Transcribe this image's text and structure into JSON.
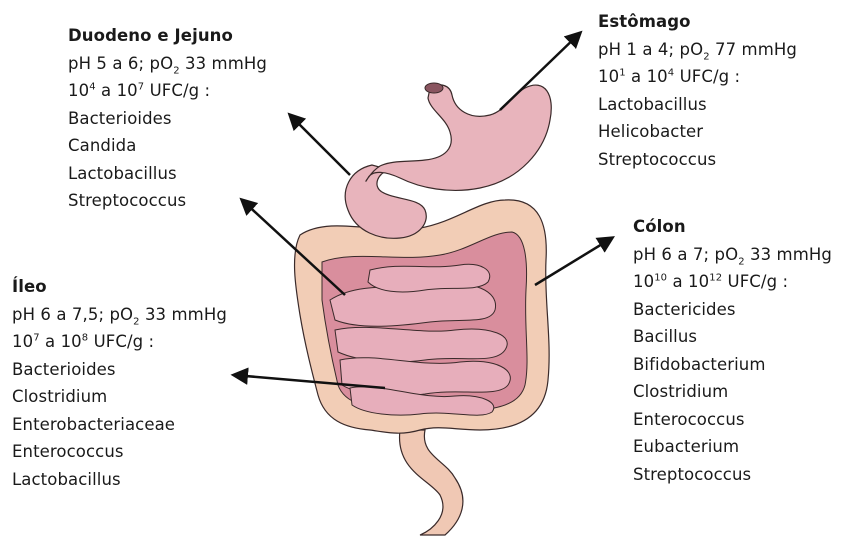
{
  "regions": {
    "duodeno": {
      "title": "Duodeno e Jejuno",
      "ph_text": "pH 5 a 6; pO",
      "po2_sub": "2",
      "po2_value": " 33 mmHg",
      "cfu_base1": "10",
      "cfu_exp1": "4",
      "cfu_mid": " a 10",
      "cfu_exp2": "7",
      "cfu_unit": " UFC/g :",
      "organisms": [
        "Bacterioides",
        "Candida",
        "Lactobacillus",
        "Streptococcus"
      ]
    },
    "estomago": {
      "title": "Estômago",
      "ph_text": "pH 1 a 4; pO",
      "po2_sub": "2",
      "po2_value": " 77 mmHg",
      "cfu_base1": "10",
      "cfu_exp1": "1",
      "cfu_mid": " a 10",
      "cfu_exp2": "4",
      "cfu_unit": " UFC/g :",
      "organisms": [
        "Lactobacillus",
        "Helicobacter",
        "Streptococcus"
      ]
    },
    "colon": {
      "title": "Cólon",
      "ph_text": "pH 6 a 7; pO",
      "po2_sub": "2",
      "po2_value": " 33 mmHg",
      "cfu_base1": "10",
      "cfu_exp1": "10",
      "cfu_mid": " a 10",
      "cfu_exp2": "12",
      "cfu_unit": " UFC/g :",
      "organisms": [
        "Bactericides",
        "Bacillus",
        "Bifidobacterium",
        "Clostridium",
        "Enterococcus",
        "Eubacterium",
        "Streptococcus"
      ]
    },
    "ileo": {
      "title": "Íleo",
      "ph_text": "pH  6 a 7,5; pO",
      "po2_sub": "2",
      "po2_value": " 33 mmHg",
      "cfu_base1": "10",
      "cfu_exp1": "7",
      "cfu_mid": " a 10",
      "cfu_exp2": "8",
      "cfu_unit": " UFC/g :",
      "organisms": [
        "Bacterioides",
        "Clostridium",
        "Enterobacteriaceae",
        "Enterococcus",
        "Lactobacillus"
      ]
    }
  },
  "colors": {
    "stomach": "#e8b4bc",
    "intestine": "#e3a8b4",
    "colon": "#f2cdb6",
    "outline": "#3a2a2a",
    "arrow": "#111111"
  }
}
